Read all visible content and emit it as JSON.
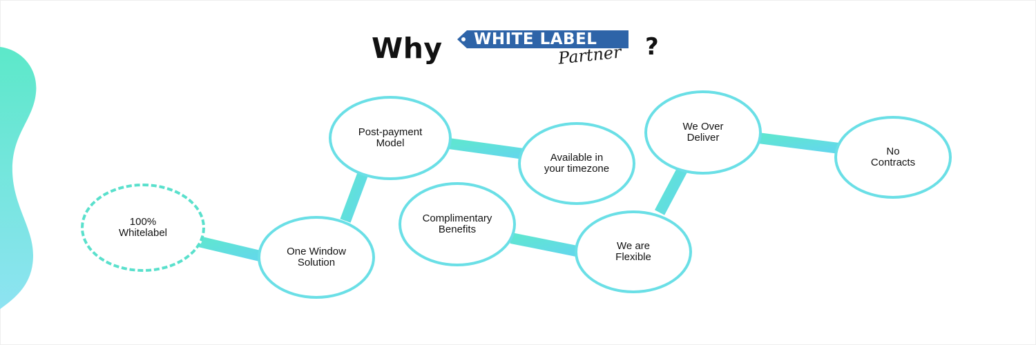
{
  "heading": {
    "why": "Why",
    "brand": "WHITE LABEL",
    "brand_sub": "Partner",
    "question": "?"
  },
  "nodes": [
    {
      "id": "100-whitelabel",
      "line1": "100%",
      "line2": "Whitelabel"
    },
    {
      "id": "one-window-solution",
      "line1": "One Window",
      "line2": "Solution"
    },
    {
      "id": "post-payment-model",
      "line1": "Post-payment",
      "line2": "Model"
    },
    {
      "id": "available-in-your-timezone",
      "line1": "Available in",
      "line2": "your timezone"
    },
    {
      "id": "complimentary-benefits",
      "line1": "Complimentary",
      "line2": "Benefits"
    },
    {
      "id": "we-are-flexible",
      "line1": "We are",
      "line2": "Flexible"
    },
    {
      "id": "we-over-deliver",
      "line1": "We Over",
      "line2": "Deliver"
    },
    {
      "id": "no-contracts",
      "line1": "No",
      "line2": "Contracts"
    }
  ],
  "colors": {
    "connector_start": "#5fe5d2",
    "connector_end": "#63d8ea",
    "node_border": "#6adfe6",
    "dashed_border": "#59e0cc",
    "blob_top": "#5ce8c9",
    "blob_bottom": "#8ee3f2",
    "tag_fill": "#2e64a8"
  },
  "icons": {
    "tag_hole": "tag-hole-icon",
    "left_blob": "decorative-blob"
  }
}
